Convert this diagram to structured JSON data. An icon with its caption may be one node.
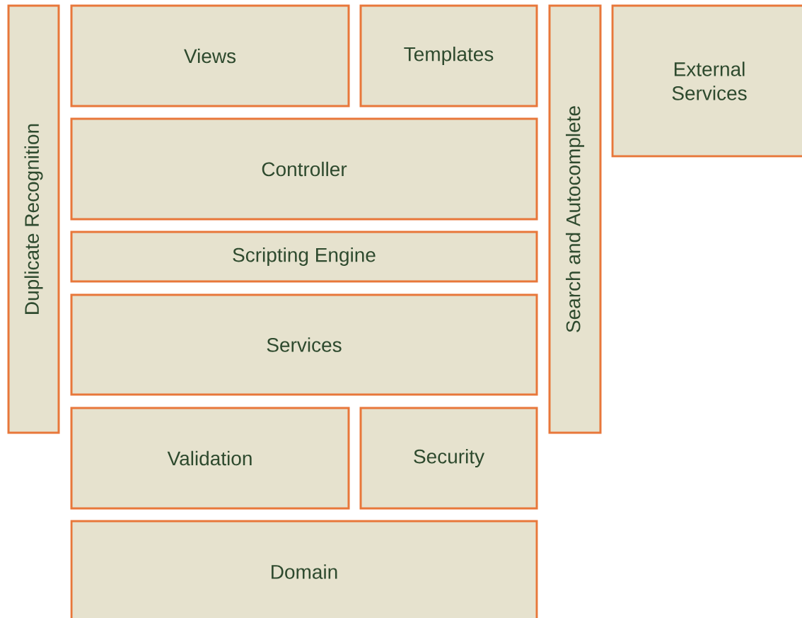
{
  "diagram": {
    "nodes": [
      {
        "text": [
          "Duplicate Recognition"
        ]
      },
      {
        "text": [
          "Views"
        ]
      },
      {
        "text": [
          "Templates"
        ]
      },
      {
        "text": [
          "Search and Autocomplete"
        ]
      },
      {
        "text": [
          "External Services"
        ]
      },
      {
        "text": [
          "Controller"
        ]
      },
      {
        "text": [
          "Scripting Engine"
        ]
      },
      {
        "text": [
          "Services"
        ]
      },
      {
        "text": [
          "Validation"
        ]
      },
      {
        "text": [
          "Security"
        ]
      },
      {
        "text": [
          "Domain"
        ]
      }
    ]
  }
}
